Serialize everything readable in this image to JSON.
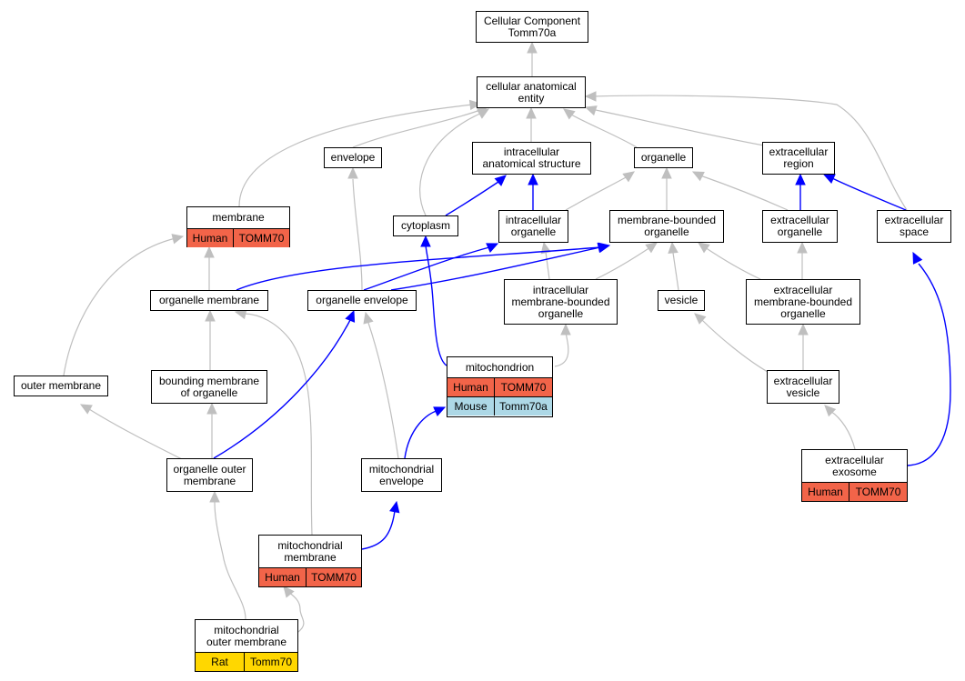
{
  "colors": {
    "gray_edge": "#bfbfbf",
    "blue_edge": "#0000ff",
    "human_row": "#f26449",
    "mouse_row": "#add8e6",
    "rat_row": "#ffd700"
  },
  "nodes": {
    "root": "Cellular Component\nTomm70a",
    "cae": "cellular anatomical\nentity",
    "envelope": "envelope",
    "ias": "intracellular\nanatomical structure",
    "organelle": "organelle",
    "ecregion": "extracellular\nregion",
    "membrane": "membrane",
    "cytoplasm": "cytoplasm",
    "icorg": "intracellular\norganelle",
    "mbo": "membrane-bounded\norganelle",
    "ecorg": "extracellular\norganelle",
    "ecspace": "extracellular\nspace",
    "orgmem": "organelle membrane",
    "orgenv": "organelle envelope",
    "icmbo": "intracellular\nmembrane-bounded\norganelle",
    "vesicle": "vesicle",
    "ecmbo": "extracellular\nmembrane-bounded\norganelle",
    "outermem": "outer membrane",
    "bmo": "bounding membrane\nof organelle",
    "mito": "mitochondrion",
    "ecves": "extracellular\nvesicle",
    "oom": "organelle outer\nmembrane",
    "mitoenv": "mitochondrial\nenvelope",
    "ecexo": "extracellular\nexosome",
    "mitomem": "mitochondrial\nmembrane",
    "mom": "mitochondrial\nouter membrane"
  },
  "annotations": {
    "membrane": [
      {
        "species": "Human",
        "gene": "TOMM70"
      }
    ],
    "mito": [
      {
        "species": "Human",
        "gene": "TOMM70"
      },
      {
        "species": "Mouse",
        "gene": "Tomm70a"
      }
    ],
    "ecexo": [
      {
        "species": "Human",
        "gene": "TOMM70"
      }
    ],
    "mitomem": [
      {
        "species": "Human",
        "gene": "TOMM70"
      }
    ],
    "mom": [
      {
        "species": "Rat",
        "gene": "Tomm70"
      }
    ]
  }
}
